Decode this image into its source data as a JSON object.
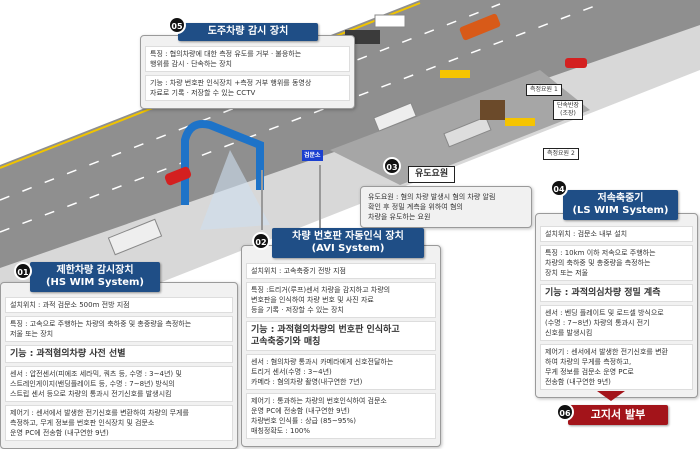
{
  "colors": {
    "title_bg": "#1f4e86",
    "issue_bg": "#a3141a",
    "road": "#8c8c8c"
  },
  "sign": "검문소",
  "labels": {
    "measure1": "측정요원 1",
    "measure2": "측정요원 2",
    "chief": "단속반장\n(조장)"
  },
  "s05": {
    "num": "05",
    "title": "도주차량 감시 장치",
    "rows": [
      "특징 : 협의차량에 대한 측정 유도를 거부 · 불응하는\n        행위를 감시 · 단속하는 장치",
      "기능 : 차량 번호판 인식장치 +측정 거부 행위를 동영상\n        자료로 기록 · 저장할 수 있는 CCTV"
    ]
  },
  "s01": {
    "num": "01",
    "title": "제한차량 감시장치",
    "subtitle": "(HS WIM System)",
    "rows": [
      "설치위치 : 과적 검문소 500m 전방 지점",
      "특징 : 고속으로 주행하는 차량의 축하중 및 총중량을 측정하는\n        저울 또는 장치",
      "기능 : 과적혐의차량 사전 선별",
      "센서 : 압전센서(피에조 세라믹, 쿼츠 등, 수명 : 3~4년) 및\n        스트레인게이지(밴딩플레이트 등, 수명 : 7~8년) 방식의\n        스트립 센서 등으로  차량의 통과시 전기신호를 발생시킴",
      "제어기 : 센서에서 발생한 전기신호를 변환하여 차량의 무게를\n          측정하고, 무게 정보를 번호판 인식장치 및 검문소\n          운영 PC에 전송함 (내구연한 9년)"
    ]
  },
  "s02": {
    "num": "02",
    "title": "차량 번호판 자동인식 장치",
    "subtitle": "(AVI System)",
    "rows": [
      "설치위치 : 고속축중기 전방 지점",
      "특징 :트리거(루프)센서 차량을 감지하고 차량의\n       변호판을 인식하여 차량 번호 및 사진 자료\n       등을 기록 · 저장할 수 있는 장치",
      "기능 : 과적혐의차량의 번호판 인식하고\n        고속축중기와 매칭",
      "센서 : 혐의차량 통과시 카메라에게 신호전달하는\n        트리거 센서(수명 : 3~4년)\n카메라 : 혐의차량 촬영(내구연한 7년)",
      "제어기 : 통과하는 차량의 번호인식하여 검문소\n          운영 PC에 전송함 (내구연한 9년)\n차량번호 인식률 : 상급 (85~95%)\n매칭정확도 : 100%"
    ]
  },
  "s03": {
    "num": "03",
    "title": "유도요원",
    "text": "유도요원 : 혐의 차량 발생시 혐의 차량 알림\n             확인 후 정밀 계측을 위하여 혐의\n             차량을  유도하는 요원"
  },
  "s04": {
    "num": "04",
    "title": "저속축중기",
    "subtitle": "(LS WIM System)",
    "rows": [
      "설치위치 : 검문소 내부 설치",
      "특징 : 10km 이하 저속으로 주행하는\n        차량의 축하중 및 총중량을 측정하는\n        장치 또는 저울",
      "기능 : 과적의심차량 정밀 계측",
      "센서 : 벤딩 플레이트 및 로드셀 방식으로\n        (수명 : 7~8년) 차량의 통과시 전기\n        신호를 발생시킴",
      "제어기 : 센서에서 발생한 전기신호를 변환\n          하여 차량의 무게를 측정하고,\n          무게 정보를 검문소 운영 PC로\n          전송함 (내구연한 9년)"
    ]
  },
  "s06": {
    "num": "06",
    "title": "고지서 발부"
  }
}
